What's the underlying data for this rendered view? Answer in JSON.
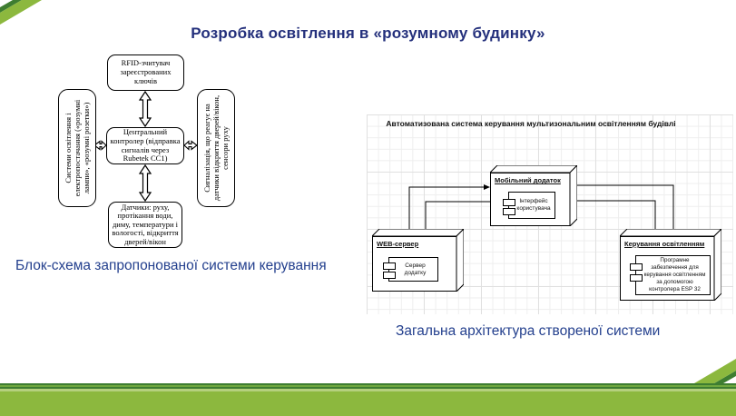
{
  "slide": {
    "title": "Розробка освітлення в «розумному будинку»"
  },
  "block_diagram": {
    "caption": "Блок-схема запропонованої системи керування",
    "rfid_reader": "RFID-зчитувач зареєстрованих ключів",
    "central_controller": "Центральний контролер (відправка сигналів через Rubetek CC1)",
    "lighting_power": "Системи освітлення і електропостачання («розумні лампи», «розумні розетки»)",
    "alarm": "Сигналізація, що реагує на датчики відкриття дверей/вікон, сенсори руху",
    "sensors": "Датчики: руху, протікання води, диму, температури і вологості, відкриття дверей/вікон"
  },
  "architecture_diagram": {
    "title": "Автоматизована система керування мультизональним освітленням будівлі",
    "caption": "Загальна архітектура створеної системи",
    "mobile_app": {
      "label": "Мобільний додаток",
      "component": "Інтерфейс користувача"
    },
    "web_server": {
      "label": "WEB-сервер",
      "component": "Сервер додатку"
    },
    "lighting_control": {
      "label": "Керування освітленням",
      "component": "Програмне забезпечення для керування освітленням за допомогою контролера ESP 32"
    }
  },
  "theme": {
    "title_color": "#24307c",
    "caption_color": "#24408e",
    "green_dark": "#3e7d31",
    "green_mid": "#6fa73e",
    "green_light": "#8cb83e",
    "green_pale": "#b5d07e"
  }
}
